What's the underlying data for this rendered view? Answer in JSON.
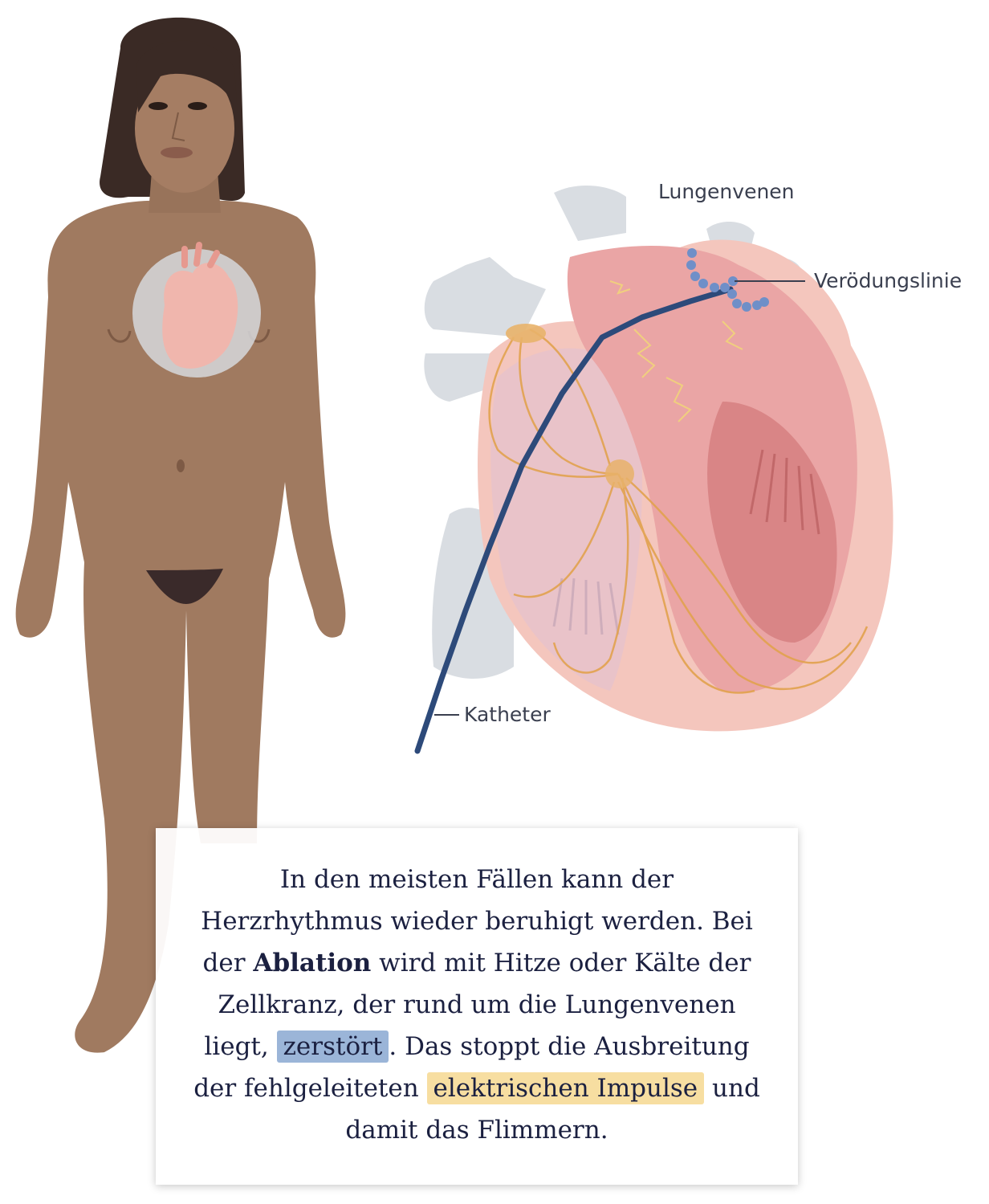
{
  "labels": {
    "pulmonary_veins": "Lungenvenen",
    "ablation_line": "Verödungslinie",
    "catheter": "Katheter"
  },
  "caption": {
    "line1": "In den meisten Fällen kann der",
    "line2": "Herzrhythmus wieder beruhigt werden. Bei",
    "line3_pre": "der ",
    "line3_bold": "Ablation",
    "line3_post": " wird mit Hitze oder Kälte der",
    "line4": "Zellkranz, der rund um die Lungenvenen",
    "line5_pre": "liegt, ",
    "line5_highlight": "zerstört",
    "line5_post": ". Das stoppt die Ausbreitung",
    "line6_pre": "der fehlgeleiteten ",
    "line6_highlight": "elektrischen Impulse",
    "line6_post": " und",
    "line7": "damit das Flimmern."
  },
  "colors": {
    "skin": "#a07a60",
    "hair": "#3a2a25",
    "heart_pink": "#f0b6ad",
    "vessel_grey": "#d9dde2",
    "catheter": "#2d4a7a",
    "nerve_orange": "#e2a24e",
    "ablation_dots": "#6f8fc8",
    "highlight_blue": "#9bb5d8",
    "highlight_yellow": "#f7dea1"
  }
}
